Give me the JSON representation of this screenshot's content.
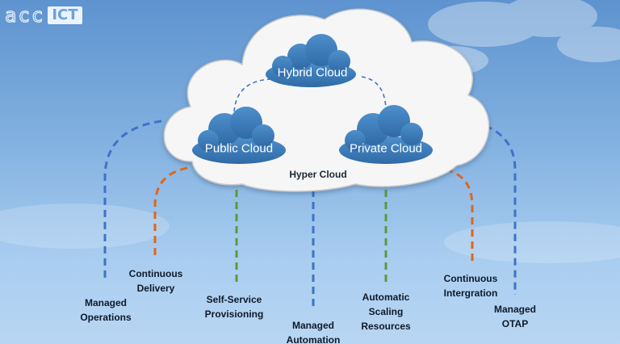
{
  "logo": {
    "brand": "acc",
    "badge": "ICT"
  },
  "clouds": {
    "hybrid": "Hybrid Cloud",
    "public": "Public Cloud",
    "private": "Private Cloud",
    "hyper": "Hyper Cloud"
  },
  "services": {
    "managed_operations": "Managed\nOperations",
    "continuous_delivery": "Continuous\nDelivery",
    "self_service": "Self-Service\nProvisioning",
    "managed_automation": "Managed\nAutomation",
    "automatic_scaling": "Automatic\nScaling\nResources",
    "continuous_integration": "Continuous\nIntergration",
    "managed_otap": "Managed\nOTAP"
  },
  "colors": {
    "blue_dash": "#3f72c7",
    "orange_dash": "#e0661a",
    "green_dash": "#5b9a3c",
    "small_cloud": "#3b7dbd",
    "big_cloud": "#f6f6f6"
  }
}
